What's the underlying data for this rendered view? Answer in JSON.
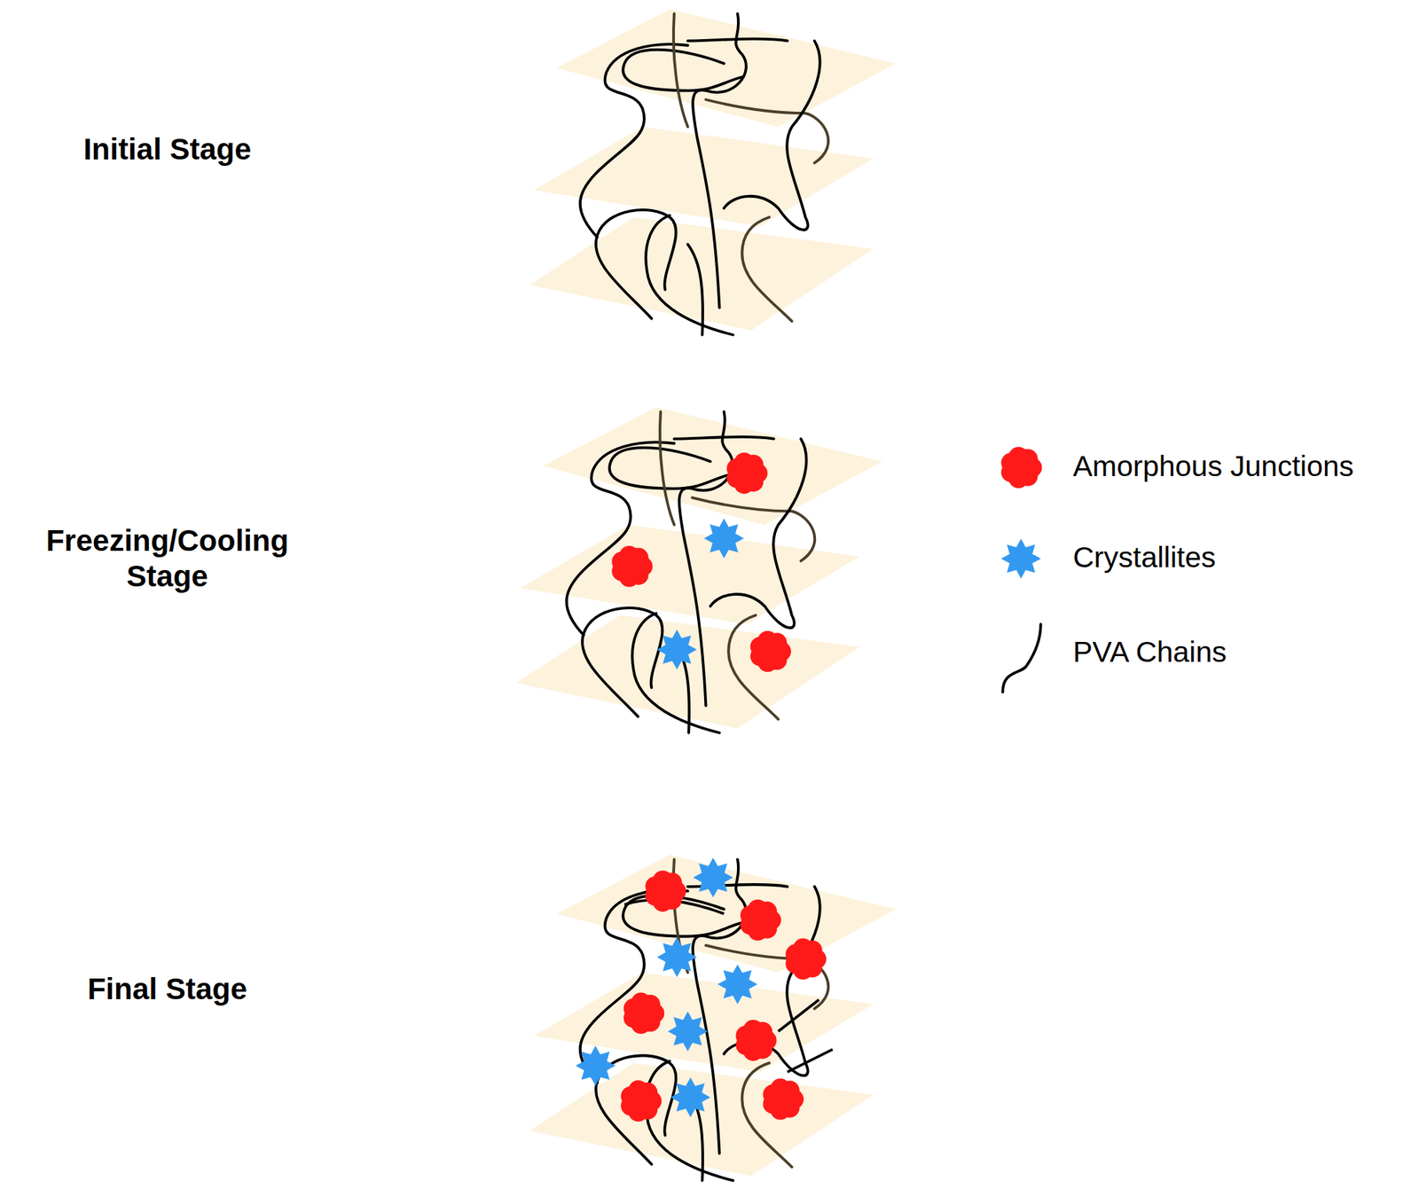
{
  "diagram": {
    "labels": [
      "Initial Stage",
      "Freezing/Cooling Stage",
      "Final Stage"
    ],
    "legend": [
      {
        "text": "Amorphous Junctions",
        "color": "#ff1a1a"
      },
      {
        "text": "Crystallites",
        "color": "#3399f0"
      },
      {
        "text": "PVA Chains"
      }
    ]
  }
}
